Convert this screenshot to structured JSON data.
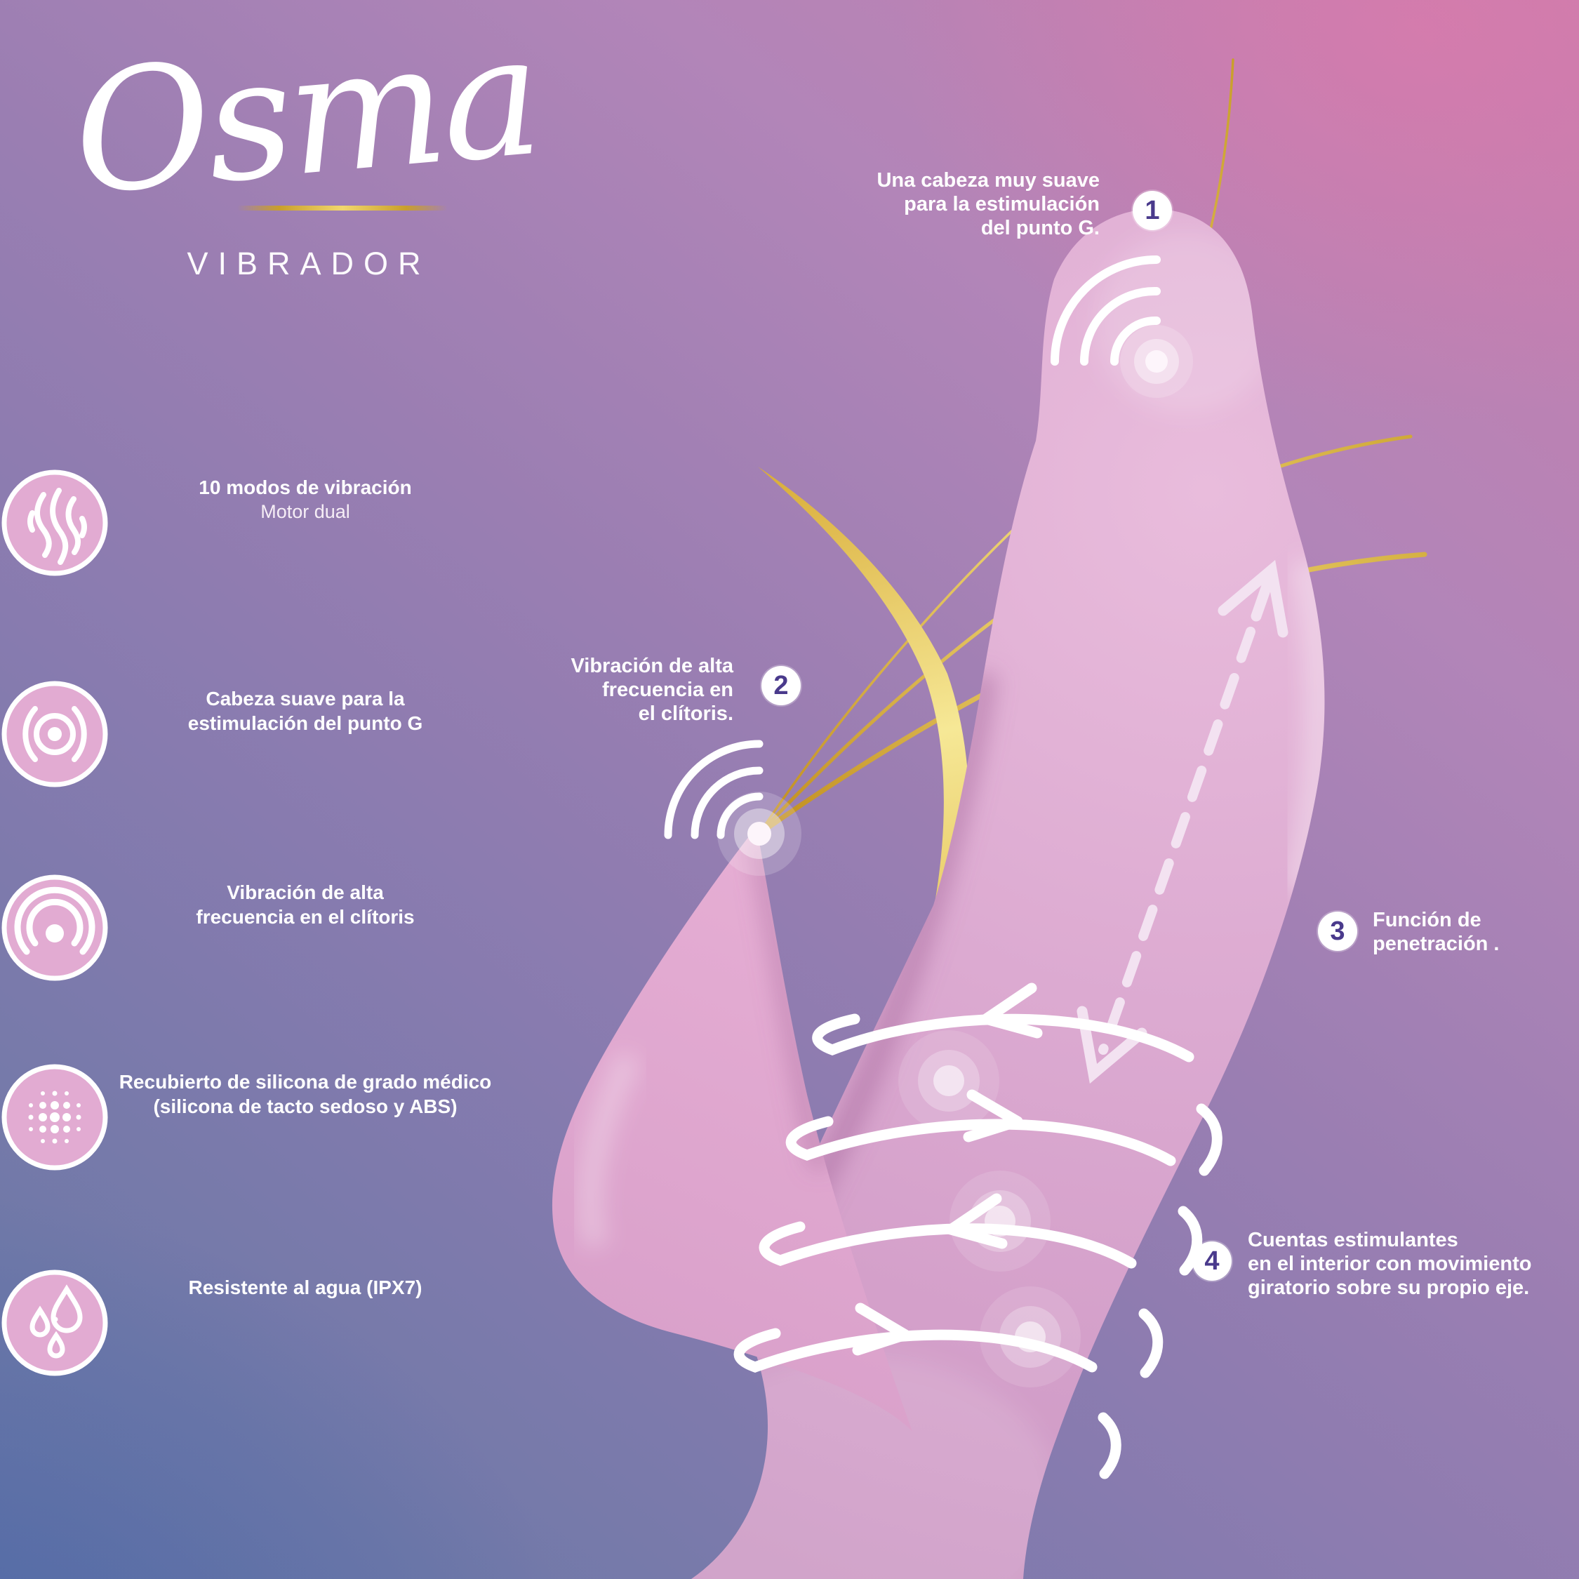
{
  "brand": {
    "logo": "Osma",
    "subtitle": "VIBRADOR"
  },
  "features": [
    {
      "icon": "vibration-waves-icon",
      "line1": "10 modos de vibración",
      "line2": "Motor dual"
    },
    {
      "icon": "gspot-head-icon",
      "line1": "Cabeza suave para la",
      "line2": "estimulación del punto G"
    },
    {
      "icon": "high-frequency-icon",
      "line1": "Vibración de alta",
      "line2": "frecuencia en el clítoris"
    },
    {
      "icon": "medical-silicone-icon",
      "line1": "Recubierto de silicona de grado médico",
      "line2": "(silicona de tacto sedoso y ABS)"
    },
    {
      "icon": "waterproof-icon",
      "line1": "Resistente al agua (IPX7)",
      "line2": ""
    }
  ],
  "annotations": [
    {
      "number": "1",
      "line1": "Una cabeza muy suave",
      "line2": "para la estimulación",
      "line3": "del punto G."
    },
    {
      "number": "2",
      "line1": "Vibración de alta",
      "line2": "frecuencia en",
      "line3": "el clítoris."
    },
    {
      "number": "3",
      "line1": "Función de",
      "line2": "penetración .",
      "line3": ""
    },
    {
      "number": "4",
      "line1": "Cuentas estimulantes",
      "line2": "en el interior con movimiento",
      "line3": "giratorio sobre su propio eje."
    }
  ],
  "colors": {
    "accent_gold": "#d9ae3a",
    "number_purple": "#4a3a8c",
    "product_pink": "#dba6cf",
    "background_pink": "#c77eae",
    "background_blue": "#6e79a8",
    "text_white": "#ffffff"
  }
}
